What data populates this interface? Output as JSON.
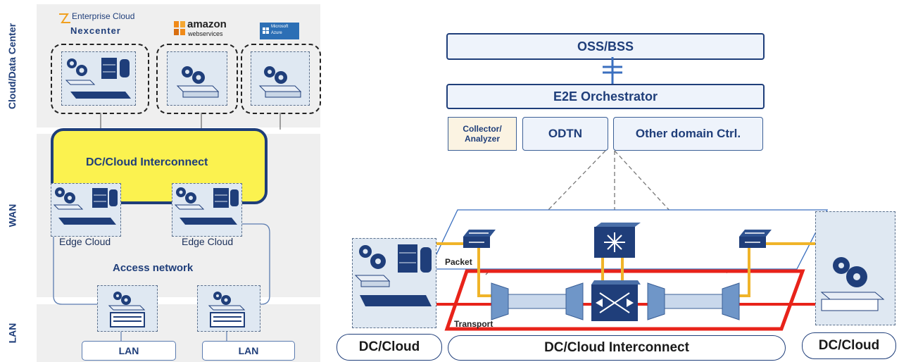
{
  "left": {
    "band_labels": {
      "cloud": "Cloud/Data Center",
      "wan": "WAN",
      "lan": "LAN"
    },
    "logos": {
      "enterprise_cloud": "Enterprise Cloud",
      "nexcenter": "Nexcenter",
      "amazon": "amazon",
      "webservices": "webservices",
      "microsoft": "Microsoft",
      "azure": "Azure"
    },
    "interconnect_label": "DC/Cloud Interconnect",
    "edge_cloud_1": "Edge Cloud",
    "edge_cloud_2": "Edge Cloud",
    "access_network": "Access network",
    "lan_1": "LAN",
    "lan_2": "LAN"
  },
  "right": {
    "oss_bss": "OSS/BSS",
    "e2e_orchestrator": "E2E Orchestrator",
    "collector_line1": "Collector/",
    "collector_line2": "Analyzer",
    "odtn": "ODTN",
    "other_domain": "Other domain Ctrl.",
    "packet_label": "Packet",
    "transport_label": "Transport",
    "dc_cloud_left": "DC/Cloud",
    "dc_cloud_interconnect": "DC/Cloud Interconnect",
    "dc_cloud_right": "DC/Cloud"
  },
  "colors": {
    "navy": "#1f3e7a",
    "interconnect_fill": "#fbf24f",
    "packet_link": "#f0b429",
    "transport_link": "#e8231a",
    "band_gray": "#efefef"
  },
  "icons": [
    "gear-icon",
    "server-icon",
    "database-icon",
    "switch-icon",
    "router-icon",
    "roadm-icon",
    "multiplexer-icon"
  ]
}
